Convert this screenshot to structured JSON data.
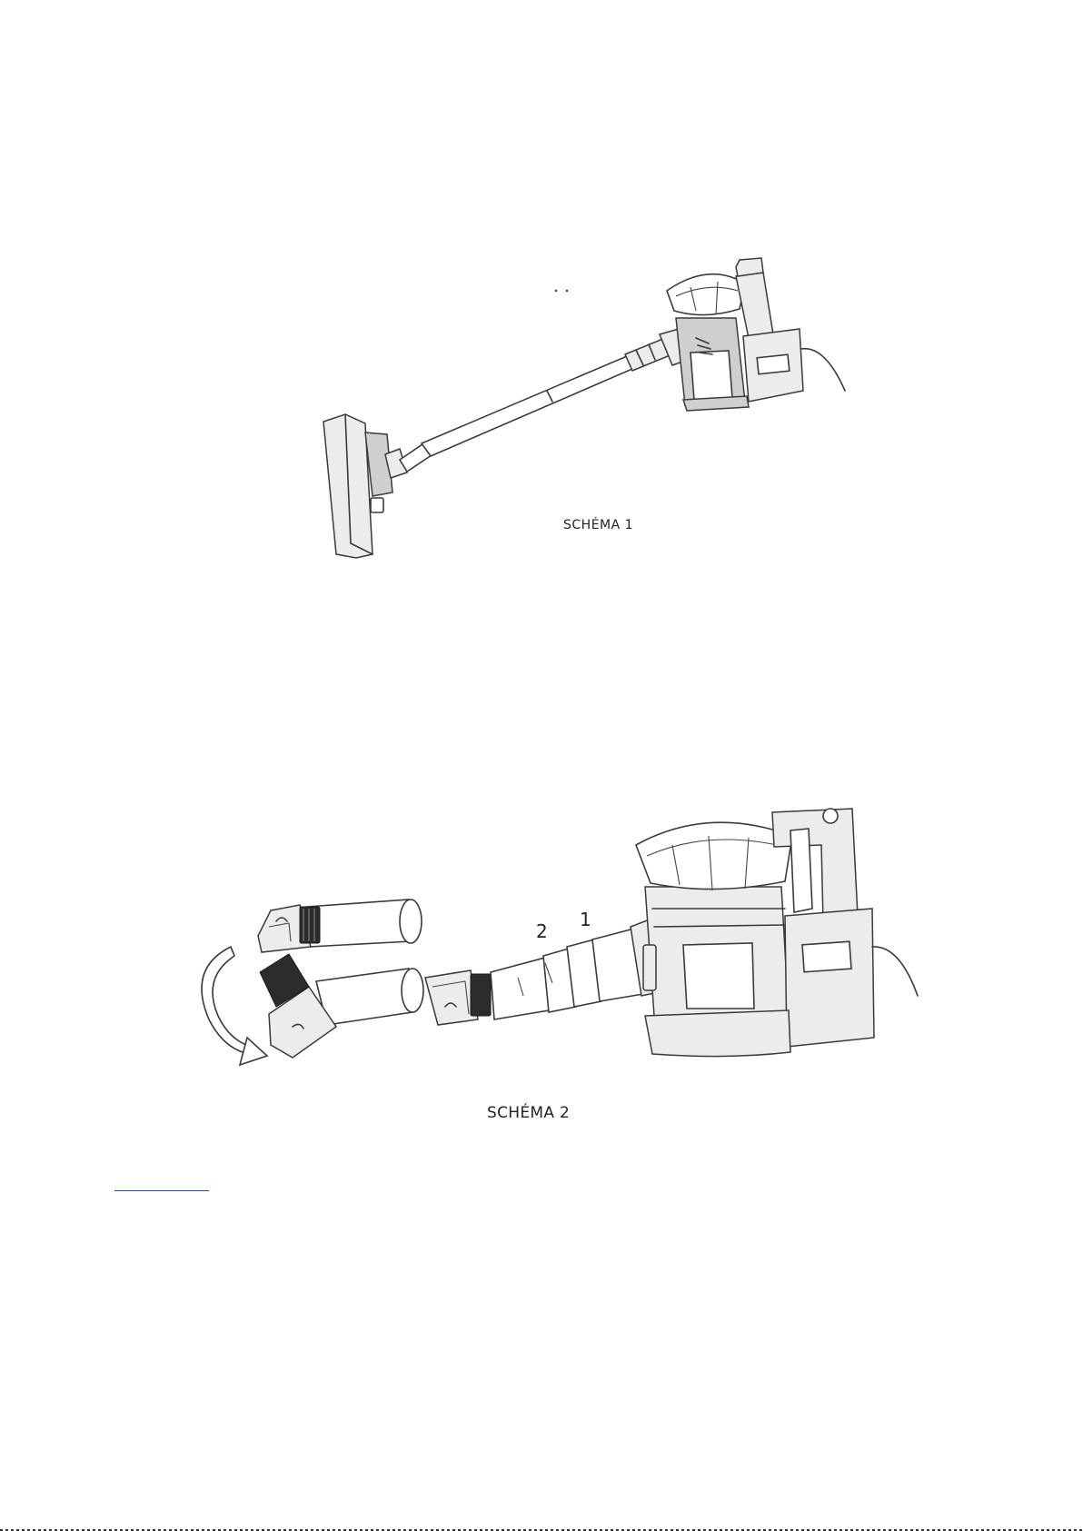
{
  "figures": {
    "figure_1": {
      "caption": "SCHÉMA 1"
    },
    "figure_2": {
      "caption": "SCHÉMA 2",
      "callouts": [
        "1",
        "2"
      ]
    }
  },
  "colors": {
    "ink": "#3a3a3a",
    "link_rule": "#2a4fb5"
  }
}
